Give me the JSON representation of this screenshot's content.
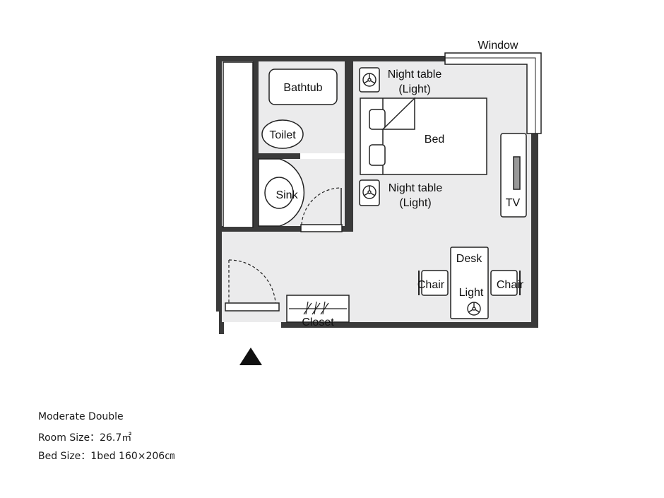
{
  "plan_labels": {
    "window": "Window",
    "bathtub": "Bathtub",
    "toilet": "Toilet",
    "sink": "Sink",
    "night_table_top_line1": "Night table",
    "night_table_top_line2": "(Light)",
    "night_table_bottom_line1": "Night table",
    "night_table_bottom_line2": "(Light)",
    "bed": "Bed",
    "tv": "TV",
    "desk": "Desk",
    "desk_light": "Light",
    "chair_left": "Chair",
    "chair_right": "Chair",
    "closet": "Closet"
  },
  "room_info": {
    "room_type": "Moderate Double",
    "room_size": "Room Size：26.7㎡",
    "bed_size": "Bed Size：1bed 160×206㎝"
  },
  "colors": {
    "wall": "#3a3a3a",
    "floor": "#ebebec",
    "outline": "#222222"
  }
}
